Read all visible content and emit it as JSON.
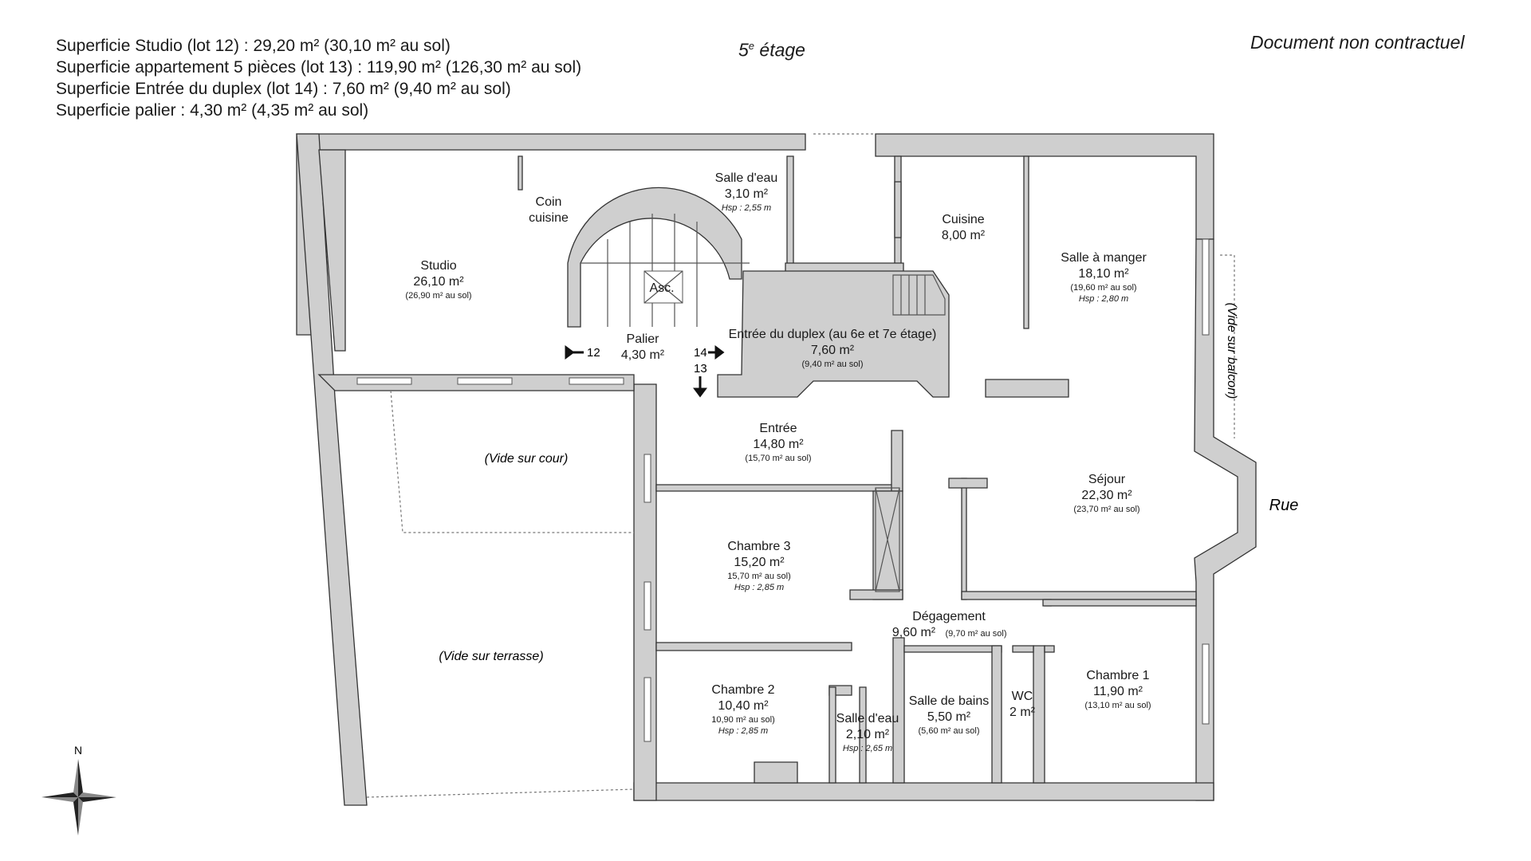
{
  "header": {
    "areas": [
      "Superficie Studio (lot 12) : 29,20 m² (30,10 m² au sol)",
      "Superficie appartement 5 pièces (lot 13) : 119,90 m² (126,30 m² au sol)",
      "Superficie Entrée du duplex (lot 14) : 7,60 m² (9,40 m² au sol)",
      "Superficie palier : 4,30 m² (4,35 m² au sol)"
    ],
    "floor_label": "5e étage",
    "floor_number": "5",
    "floor_sup": "e",
    "floor_word": " étage",
    "disclaimer": "Document non contractuel"
  },
  "rooms": {
    "studio": {
      "name": "Studio",
      "area": "26,10 m²",
      "floor_area": "(26,90 m² au sol)"
    },
    "coin_cuisine": {
      "name_1": "Coin",
      "name_2": "cuisine"
    },
    "salle_eau_top": {
      "name": "Salle d'eau",
      "area": "3,10 m²",
      "height": "Hsp : 2,55 m"
    },
    "asc": {
      "name": "Asc."
    },
    "palier": {
      "name": "Palier",
      "area": "4,30 m²"
    },
    "entree_duplex": {
      "name": "Entrée du duplex (au 6e et 7e étage)",
      "area": "7,60 m²",
      "floor_area": "(9,40 m² au sol)"
    },
    "cuisine": {
      "name": "Cuisine",
      "area": "8,00 m²"
    },
    "salle_a_manger": {
      "name": "Salle à manger",
      "area": "18,10 m²",
      "floor_area": "(19,60 m² au sol)",
      "height": "Hsp : 2,80 m"
    },
    "entree": {
      "name": "Entrée",
      "area": "14,80 m²",
      "floor_area": "(15,70 m² au sol)"
    },
    "sejour": {
      "name": "Séjour",
      "area": "22,30 m²",
      "floor_area": "(23,70 m² au sol)"
    },
    "chambre3": {
      "name": "Chambre 3",
      "area": "15,20 m²",
      "floor_area": "15,70 m² au sol)",
      "height": "Hsp : 2,85 m"
    },
    "degagement": {
      "name": "Dégagement",
      "area": "9,60 m²",
      "floor_area": "(9,70 m² au sol)"
    },
    "chambre2": {
      "name": "Chambre 2",
      "area": "10,40 m²",
      "floor_area": "10,90 m² au sol)",
      "height": "Hsp : 2,85 m"
    },
    "salle_eau_bottom": {
      "name": "Salle d'eau",
      "area": "2,10 m²",
      "height": "Hsp : 2,65 m"
    },
    "salle_de_bains": {
      "name": "Salle de bains",
      "area": "5,50 m²",
      "floor_area": "(5,60 m² au sol)"
    },
    "wc": {
      "name": "WC",
      "area": "2 m²"
    },
    "chambre1": {
      "name": "Chambre 1",
      "area": "11,90 m²",
      "floor_area": "(13,10 m² au sol)"
    }
  },
  "voids": {
    "cour": "(Vide sur cour)",
    "terrasse": "(Vide sur terrasse)",
    "balcon": "(Vide sur balcon)"
  },
  "lots": {
    "lot12": "12",
    "lot14": "14",
    "lot13": "13"
  },
  "street": "Rue",
  "compass": {
    "north": "N"
  },
  "colors": {
    "wall": "#cfcfcf",
    "outline": "#333333",
    "background": "#ffffff"
  }
}
